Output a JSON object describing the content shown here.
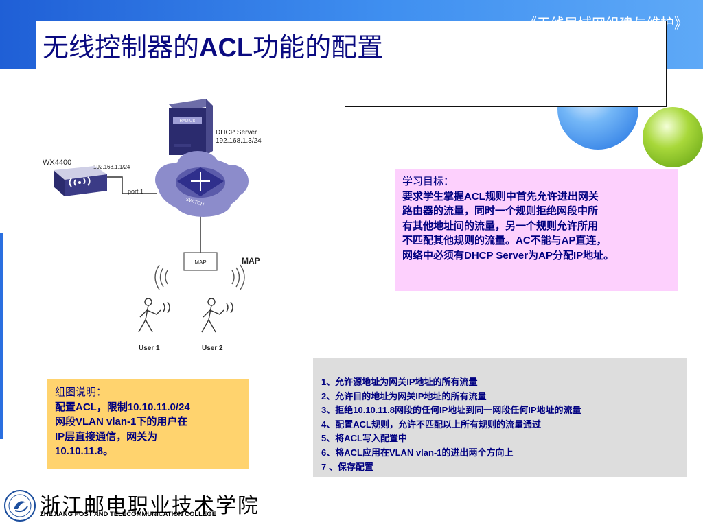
{
  "header": {
    "course_title": "《无线局域网组建与维护》"
  },
  "title": {
    "prefix": "无线控制器的",
    "acl": "ACL",
    "suffix": "功能的配置"
  },
  "diagram": {
    "controller_name": "WX4400",
    "controller_ip": "192.168.1.1/24",
    "port_label": "port 1",
    "server_badge": "RADIUS",
    "server_name": "DHCP Server",
    "server_ip": "192.168.1.3/24",
    "switch_label": "SWITCH",
    "map_box_label": "MAP",
    "map_label": "MAP",
    "user1": "User 1",
    "user2": "User 2"
  },
  "goals": {
    "heading": "学习目标：",
    "lines": [
      "要求学生掌握ACL规则中首先允许进出网关",
      "路由器的流量，同时一个规则拒绝网段中所",
      "有其他地址间的流量，另一个规则允许所用",
      "不匹配其他规则的流量。AC不能与AP直连，",
      "网络中必须有DHCP Server为AP分配IP地址。"
    ]
  },
  "note": {
    "heading": "组图说明：",
    "lines": [
      "配置ACL，限制10.10.11.0/24",
      "网段VLAN vlan-1下的用户在",
      "IP层直接通信，网关为",
      "10.10.11.8。"
    ]
  },
  "steps": [
    "1、允许源地址为网关IP地址的所有流量",
    "2、允许目的地址为网关IP地址的所有流量",
    "3、拒绝10.10.11.8网段的任何IP地址到同一网段任何IP地址的流量",
    "4、配置ACL规则，允许不匹配以上所有规则的流量通过",
    "5、将ACL写入配置中",
    "6、将ACL应用在VLAN vlan-1的进出两个方向上",
    "7 、保存配置"
  ],
  "footer": {
    "college_cn": "浙江邮电职业技术学院",
    "college_en": "ZHEJIANG POST AND TELECOMMUNICATION COLLEGE"
  },
  "colors": {
    "title": "#0a0a80",
    "goal_bg": "#fdd0fd",
    "note_bg": "#ffd36e",
    "steps_bg": "#dddddd",
    "text": "#000080"
  }
}
